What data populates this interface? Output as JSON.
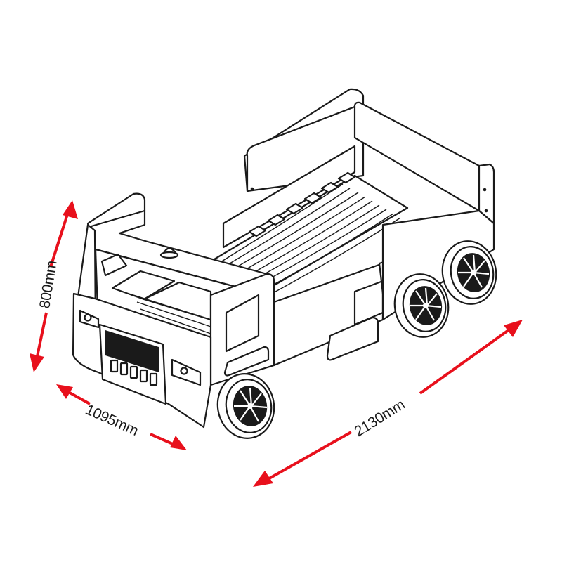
{
  "colors": {
    "line": "#1a1a1a",
    "dimension_arrow": "#e8101c",
    "background": "#ffffff"
  },
  "dimensions": {
    "height": "800mm",
    "width": "1095mm",
    "length": "2130mm"
  }
}
